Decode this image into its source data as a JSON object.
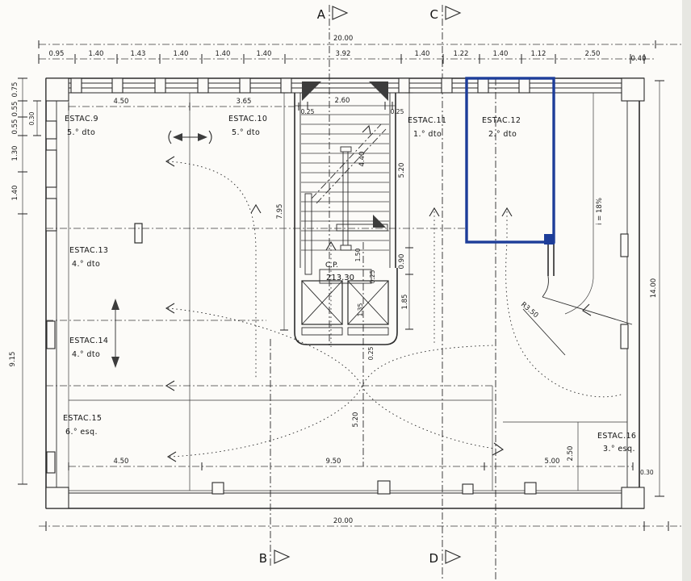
{
  "colors": {
    "ink": "#2b2b2b",
    "highlight": "#1d3d99"
  },
  "section_markers": {
    "a": "A",
    "b": "B",
    "c": "C",
    "d": "D"
  },
  "rooms": [
    {
      "name": "ESTAC.9",
      "unit": "5.° dto"
    },
    {
      "name": "ESTAC.10",
      "unit": "5.° dto"
    },
    {
      "name": "ESTAC.11",
      "unit": "1.° dto"
    },
    {
      "name": "ESTAC.12",
      "unit": "2.° dto"
    },
    {
      "name": "ESTAC.13",
      "unit": "4.° dto"
    },
    {
      "name": "ESTAC.14",
      "unit": "4.° dto"
    },
    {
      "name": "ESTAC.15",
      "unit": "6.° esq."
    },
    {
      "name": "ESTAC.16",
      "unit": "3.° esq."
    }
  ],
  "level_mark": {
    "prefix": "C.P.",
    "value": "213.30"
  },
  "ramp": {
    "slope": "i = 18%",
    "radius": "R3.50"
  },
  "dims": {
    "top_total": "20.00",
    "bottom_total": "20.00",
    "right_total": "14.00",
    "top_chain": [
      "0.95",
      "1.40",
      "1.43",
      "1.40",
      "1.40",
      "1.40",
      "3.92",
      "1.40",
      "1.22",
      "1.40",
      "1.12",
      "2.50",
      "0.40"
    ],
    "left_chain": [
      "0.75",
      "0.55",
      "0.55",
      "1.30",
      "1.40",
      "9.15"
    ],
    "left_sub": "0.30",
    "bay_left": "4.50",
    "bay_mid": "3.65",
    "stair_side_l": "0.25",
    "stair_width": "2.60",
    "stair_side_r": "0.25",
    "stair_run": "4.40",
    "core_left": "7.95",
    "core_right": "5.20",
    "lobby": "1.50",
    "lobby_side": "0.90",
    "wall_t": "0.25",
    "elev_bay": "1.85",
    "elev_cab": "1.35",
    "below_core": "0.25",
    "aisle_height": "5.20",
    "aisle_width": "9.50",
    "est15_width": "4.50",
    "est16_width": "5.00",
    "est16_height": "2.50",
    "edge_bottom_right": "0.30"
  }
}
